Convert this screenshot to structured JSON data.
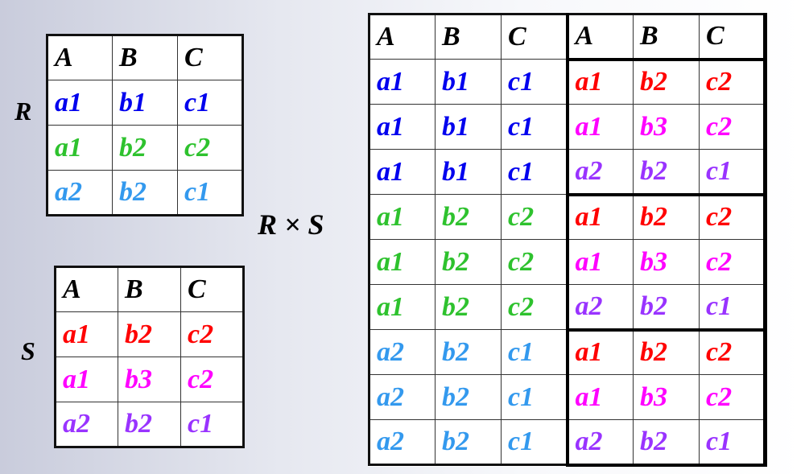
{
  "colors": {
    "header": "#000000",
    "blue": "#0000ee",
    "green": "#2ec22e",
    "lightblue": "#3399ee",
    "red": "#ff0000",
    "magenta": "#ff00ff",
    "purple": "#9933ff"
  },
  "r_label": "R",
  "s_label": "S",
  "rs_label": "R × S",
  "table_r": {
    "header": [
      "A",
      "B",
      "C"
    ],
    "rows": [
      {
        "color": "blue",
        "cells": [
          "a1",
          "b1",
          "c1"
        ]
      },
      {
        "color": "green",
        "cells": [
          "a1",
          "b2",
          "c2"
        ]
      },
      {
        "color": "lightblue",
        "cells": [
          "a2",
          "b2",
          "c1"
        ]
      }
    ]
  },
  "table_s": {
    "header": [
      "A",
      "B",
      "C"
    ],
    "rows": [
      {
        "color": "red",
        "cells": [
          "a1",
          "b2",
          "c2"
        ]
      },
      {
        "color": "magenta",
        "cells": [
          "a1",
          "b3",
          "c2"
        ]
      },
      {
        "color": "purple",
        "cells": [
          "a2",
          "b2",
          "c1"
        ]
      }
    ]
  },
  "table_rs": {
    "header": [
      "A",
      "B",
      "C",
      "A",
      "B",
      "C"
    ],
    "rows": [
      {
        "left_color": "blue",
        "right_color": "red",
        "cells": [
          "a1",
          "b1",
          "c1",
          "a1",
          "b2",
          "c2"
        ]
      },
      {
        "left_color": "blue",
        "right_color": "magenta",
        "cells": [
          "a1",
          "b1",
          "c1",
          "a1",
          "b3",
          "c2"
        ]
      },
      {
        "left_color": "blue",
        "right_color": "purple",
        "cells": [
          "a1",
          "b1",
          "c1",
          "a2",
          "b2",
          "c1"
        ]
      },
      {
        "left_color": "green",
        "right_color": "red",
        "cells": [
          "a1",
          "b2",
          "c2",
          "a1",
          "b2",
          "c2"
        ]
      },
      {
        "left_color": "green",
        "right_color": "magenta",
        "cells": [
          "a1",
          "b2",
          "c2",
          "a1",
          "b3",
          "c2"
        ]
      },
      {
        "left_color": "green",
        "right_color": "purple",
        "cells": [
          "a1",
          "b2",
          "c2",
          "a2",
          "b2",
          "c1"
        ]
      },
      {
        "left_color": "lightblue",
        "right_color": "red",
        "cells": [
          "a2",
          "b2",
          "c1",
          "a1",
          "b2",
          "c2"
        ]
      },
      {
        "left_color": "lightblue",
        "right_color": "magenta",
        "cells": [
          "a2",
          "b2",
          "c1",
          "a1",
          "b3",
          "c2"
        ]
      },
      {
        "left_color": "lightblue",
        "right_color": "purple",
        "cells": [
          "a2",
          "b2",
          "c1",
          "a2",
          "b2",
          "c1"
        ]
      }
    ]
  }
}
